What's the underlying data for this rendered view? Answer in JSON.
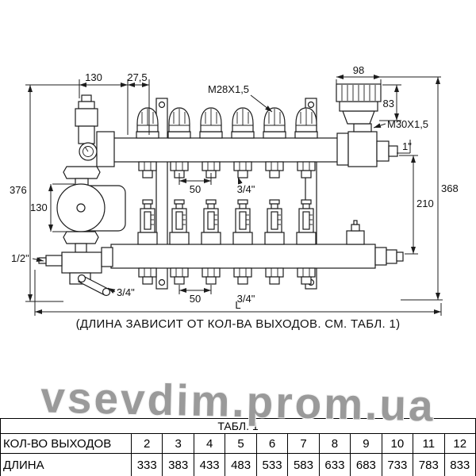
{
  "watermark": {
    "text": "vsevdim.prom.ua"
  },
  "drawing": {
    "dims": {
      "top_130": "130",
      "top_27_5": "27,5",
      "thread_m28": "M28X1,5",
      "head_98": "98",
      "head_83": "83",
      "thread_m30": "M30X1,5",
      "outlet_1in": "1\"",
      "right_210": "210",
      "right_368": "368",
      "left_376": "376",
      "left_130": "130",
      "inlet_half_in": "1/2\"",
      "top_50": "50",
      "top_34": "3/4\"",
      "bottom_50": "50",
      "bottom_34": "3/4\"",
      "drain_34": "3/4\"",
      "length": "L"
    },
    "caption": "(ДЛИНА ЗАВИСИТ ОТ КОЛ-ВА ВЫХОДОВ. СМ. ТАБЛ. 1)"
  },
  "table": {
    "title": "ТАБЛ. 1",
    "row_outputs": {
      "label": "КОЛ-ВО ВЫХОДОВ",
      "values": [
        "2",
        "3",
        "4",
        "5",
        "6",
        "7",
        "8",
        "9",
        "10",
        "11",
        "12"
      ]
    },
    "row_length": {
      "label": "ДЛИНА",
      "values": [
        "333",
        "383",
        "433",
        "483",
        "533",
        "583",
        "633",
        "683",
        "733",
        "783",
        "833"
      ]
    }
  }
}
